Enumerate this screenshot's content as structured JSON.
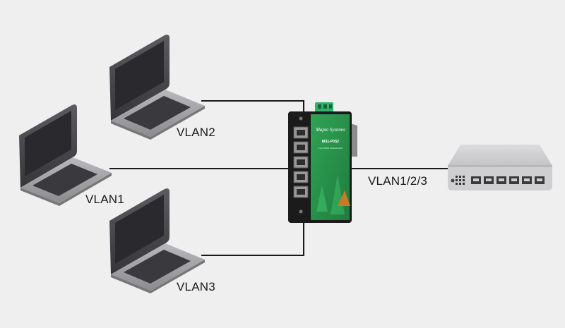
{
  "diagram": {
    "labels": {
      "vlan2": "VLAN2",
      "vlan1": "VLAN1",
      "vlan3": "VLAN3",
      "uplink": "VLAN1/2/3"
    },
    "switch": {
      "brand": "Maple Systems",
      "model": "MS1-P0S2",
      "tagline": "5-port 10/100 industrial switch",
      "body_color": "#2e9b4f",
      "frame_color": "#1b1b1b"
    },
    "router": {
      "color": "#cfcfd1"
    },
    "cable_color": "#1a1a1a"
  }
}
